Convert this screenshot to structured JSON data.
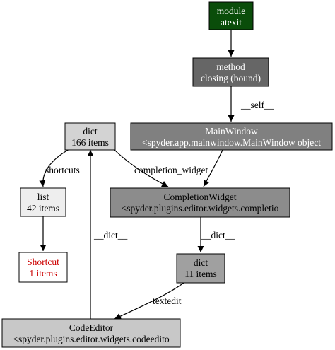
{
  "graph": {
    "nodes": {
      "module_atexit": {
        "line1": "module",
        "line2": "atexit",
        "fill": "#0a4d0a",
        "text_color": "#ffffff"
      },
      "method_closing": {
        "line1": "method",
        "line2": "closing (bound)",
        "fill": "#666666",
        "text_color": "#ffffff"
      },
      "main_window": {
        "line1": "MainWindow",
        "line2": "<spyder.app.mainwindow.MainWindow object",
        "fill": "#808080",
        "text_color": "#ffffff"
      },
      "dict_166": {
        "line1": "dict",
        "line2": "166 items",
        "fill": "#d3d3d3",
        "text_color": "#000000"
      },
      "list_42": {
        "line1": "list",
        "line2": "42 items",
        "fill": "#eeeeee",
        "text_color": "#000000"
      },
      "shortcut_1": {
        "line1": "Shortcut",
        "line2": "1 items",
        "fill": "#ffffff",
        "text_color": "#cc0000"
      },
      "completion_widget": {
        "line1": "CompletionWidget",
        "line2": "<spyder.plugins.editor.widgets.completio",
        "fill": "#8c8c8c",
        "text_color": "#000000"
      },
      "dict_11": {
        "line1": "dict",
        "line2": "11 items",
        "fill": "#a0a0a0",
        "text_color": "#000000"
      },
      "code_editor": {
        "line1": "CodeEditor",
        "line2": "<spyder.plugins.editor.widgets.codeedito",
        "fill": "#c8c8c8",
        "text_color": "#000000"
      }
    },
    "edges": {
      "self": {
        "label": "__self__"
      },
      "shortcuts": {
        "label": "shortcuts"
      },
      "completion_widget": {
        "label": "completion_widget"
      },
      "dict_ce": {
        "label": "__dict__"
      },
      "dict_cw": {
        "label": "__dict__"
      },
      "textedit": {
        "label": "textedit"
      }
    }
  }
}
